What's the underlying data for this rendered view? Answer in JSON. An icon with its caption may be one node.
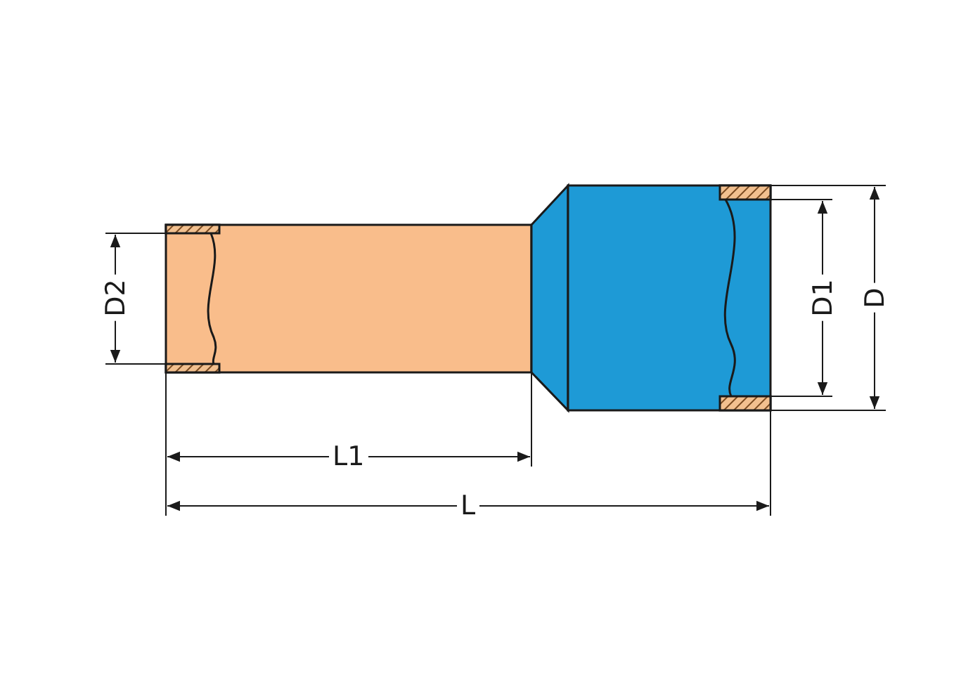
{
  "diagram": {
    "labels": [
      "D2",
      "D1",
      "D",
      "L1",
      "L"
    ]
  }
}
